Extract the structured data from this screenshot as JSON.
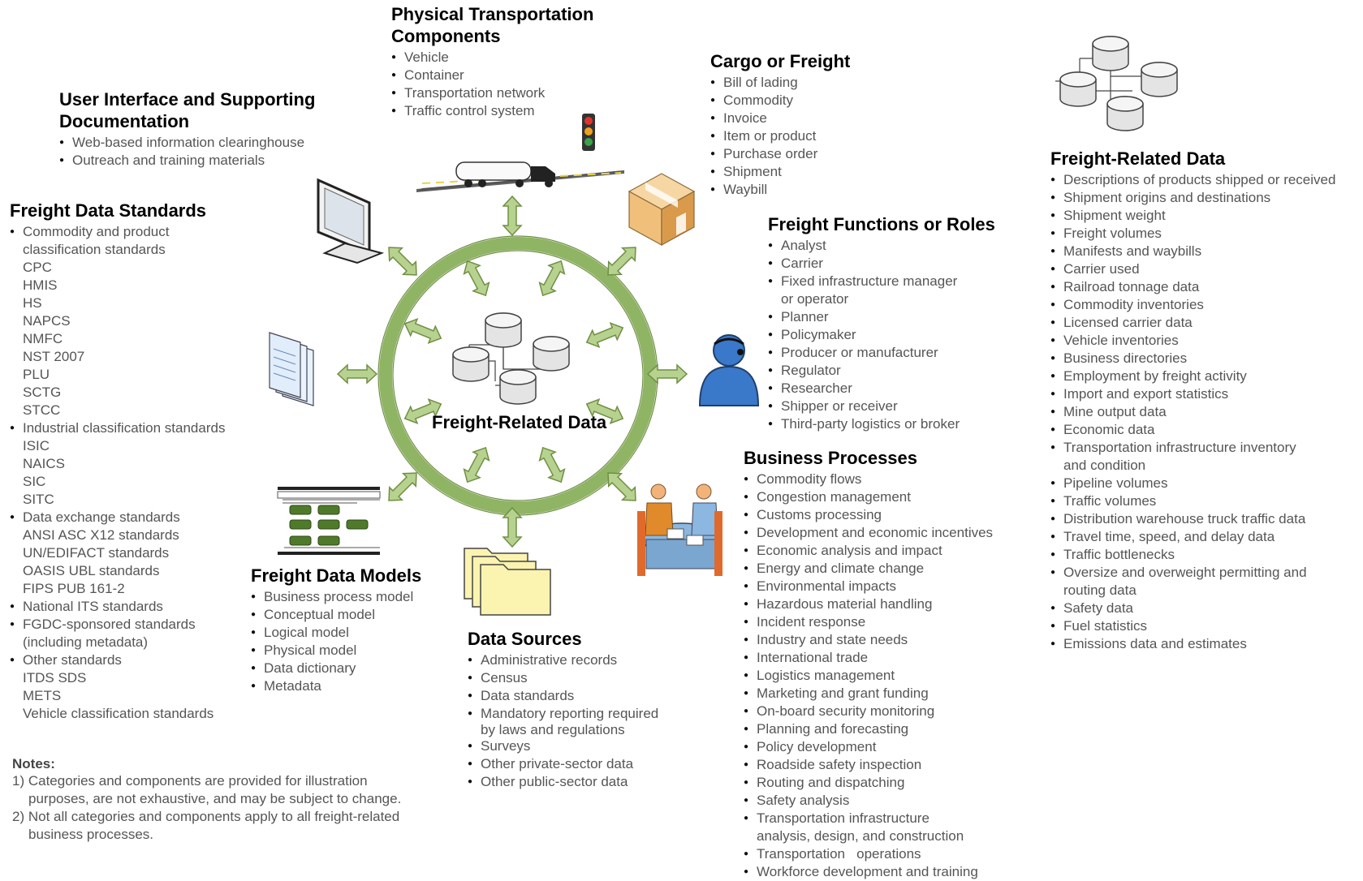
{
  "center_label": "Freight-Related Data",
  "physical": {
    "title_1": "Physical Transportation",
    "title_2": "Components",
    "items": [
      "Vehicle",
      "Container",
      "Transportation network",
      "Traffic control system"
    ]
  },
  "cargo": {
    "title": "Cargo or Freight",
    "items": [
      "Bill of lading",
      "Commodity",
      "Invoice",
      "Item or product",
      "Purchase order",
      "Shipment",
      "Waybill"
    ]
  },
  "ui": {
    "title_1": "User Interface and Supporting",
    "title_2": "Documentation",
    "items": [
      "Web-based information clearinghouse",
      "Outreach and training materials"
    ]
  },
  "standards": {
    "title": "Freight Data Standards",
    "l1": "Commodity and product",
    "l1b": "classification standards",
    "l1_sub": [
      "CPC",
      "HMIS",
      "HS",
      "NAPCS",
      "NMFC",
      "NST 2007",
      "PLU",
      "SCTG",
      "STCC"
    ],
    "l2": "Industrial classification standards",
    "l2_sub": [
      "ISIC",
      "NAICS",
      "SIC",
      "SITC"
    ],
    "l3": "Data exchange standards",
    "l3_sub": [
      "ANSI ASC X12 standards",
      "UN/EDIFACT standards",
      "OASIS UBL standards",
      "FIPS PUB 161-2"
    ],
    "l4": "National ITS standards",
    "l5": "FGDC-sponsored standards",
    "l5b": "(including metadata)",
    "l6": "Other standards",
    "l6_sub": [
      "ITDS SDS",
      "METS",
      "Vehicle classification standards"
    ]
  },
  "models": {
    "title": "Freight Data Models",
    "items": [
      "Business process model",
      "Conceptual model",
      "Logical model",
      "Physical model",
      "Data dictionary",
      "Metadata"
    ]
  },
  "sources": {
    "title": "Data Sources",
    "items": [
      "Administrative records",
      "Census",
      "Data standards"
    ],
    "mandatory_1": "Mandatory reporting required",
    "mandatory_2": "by laws and regulations",
    "items2": [
      "Surveys",
      "Other private-sector data",
      "Other public-sector data"
    ]
  },
  "roles": {
    "title": "Freight Functions or Roles",
    "item_a": "Analyst",
    "item_b": "Carrier",
    "fixed_1": "Fixed infrastructure manager",
    "fixed_2": "or operator",
    "items": [
      "Planner",
      "Policymaker",
      "Producer or manufacturer",
      "Regulator",
      "Researcher",
      "Shipper or receiver",
      "Third-party logistics or broker"
    ]
  },
  "processes": {
    "title": "Business Processes",
    "items": [
      "Commodity flows",
      "Congestion management",
      "Customs processing",
      "Development and economic incentives",
      "Economic analysis and impact",
      "Energy and climate change",
      "Environmental impacts",
      "Hazardous material handling",
      "Incident response",
      "Industry and state needs",
      "International trade",
      "Logistics management",
      "Marketing and grant funding",
      "On-board security monitoring",
      "Planning and forecasting",
      "Policy development",
      "Roadside safety inspection",
      "Routing and dispatching",
      "Safety analysis"
    ],
    "tia_1": "Transportation infrastructure",
    "tia_2": "analysis, design, and construction",
    "items2": [
      "Transportation   operations",
      "Workforce development and training"
    ]
  },
  "frd": {
    "title": "Freight-Related Data",
    "items": [
      "Descriptions of products shipped or received",
      "Shipment origins and destinations",
      "Shipment weight",
      "Freight volumes",
      "Manifests and waybills",
      "Carrier used",
      "Railroad tonnage data",
      "Commodity inventories",
      "Licensed carrier data",
      "Vehicle inventories",
      "Business directories",
      "Employment by freight activity",
      "Import and export statistics",
      "Mine output data",
      "Economic data"
    ],
    "tii_1": "Transportation infrastructure inventory",
    "tii_2": "and condition",
    "items2": [
      "Pipeline volumes",
      "Traffic volumes",
      "Distribution warehouse truck traffic data",
      "Travel time, speed, and delay data",
      "Traffic bottlenecks"
    ],
    "os_1": "Oversize and overweight permitting and",
    "os_2": "routing data",
    "items3": [
      "Safety data",
      "Fuel statistics",
      "Emissions data and estimates"
    ]
  },
  "notes": {
    "head": "Notes:",
    "n1a": "1) Categories and components are provided for illustration",
    "n1b": "purposes, are not exhaustive, and may be subject to change.",
    "n2a": "2) Not all categories and components apply to all freight-related",
    "n2b": "business  processes."
  },
  "colors": {
    "ring": "#8fb464",
    "ring_inner": "#c6dca3",
    "arrow": "#a9c77f",
    "person": "#3a78c9",
    "box": "#f2c98a"
  }
}
